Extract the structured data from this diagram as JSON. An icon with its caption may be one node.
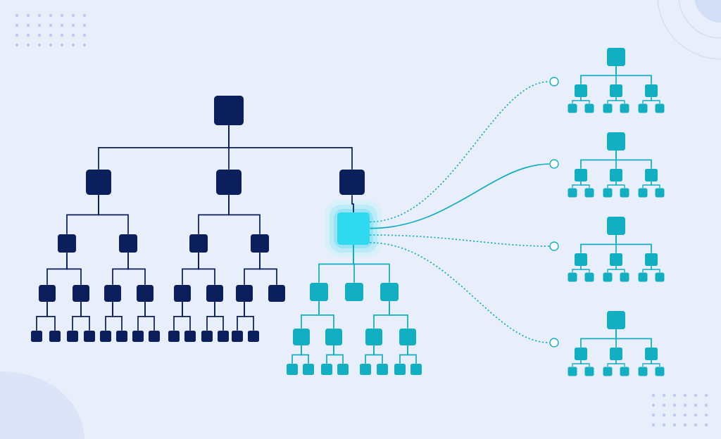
{
  "diagram": {
    "nodes": [
      {
        "text": [],
        "shape": "box"
      },
      {
        "text": [],
        "shape": "box"
      },
      {
        "text": [],
        "shape": "box"
      },
      {
        "text": [],
        "shape": "box"
      },
      {
        "text": [],
        "shape": "box"
      },
      {
        "text": [],
        "shape": "box"
      },
      {
        "text": [],
        "shape": "box"
      },
      {
        "text": [],
        "shape": "box"
      },
      {
        "text": [],
        "shape": "box"
      },
      {
        "text": [],
        "shape": "box"
      },
      {
        "text": [],
        "shape": "box"
      },
      {
        "text": [],
        "shape": "box"
      },
      {
        "text": [],
        "shape": "box"
      },
      {
        "text": [],
        "shape": "box"
      },
      {
        "text": [],
        "shape": "box"
      },
      {
        "text": [],
        "shape": "box"
      },
      {
        "text": [],
        "shape": "box"
      },
      {
        "text": [],
        "shape": "box"
      },
      {
        "text": [],
        "shape": "box"
      },
      {
        "text": [],
        "shape": "box"
      },
      {
        "text": [],
        "shape": "box"
      },
      {
        "text": [],
        "shape": "box"
      },
      {
        "text": [],
        "shape": "box"
      },
      {
        "text": [],
        "shape": "box"
      },
      {
        "text": [],
        "shape": "box"
      },
      {
        "text": [],
        "shape": "box"
      },
      {
        "text": [],
        "shape": "box"
      },
      {
        "text": [],
        "shape": "box"
      },
      {
        "text": [],
        "shape": "box"
      },
      {
        "text": [],
        "shape": "box"
      },
      {
        "text": [],
        "shape": "box"
      },
      {
        "text": [],
        "shape": "box"
      },
      {
        "text": [],
        "shape": "box"
      },
      {
        "text": [],
        "shape": "box"
      },
      {
        "text": [],
        "shape": "box"
      },
      {
        "text": [],
        "shape": "box"
      },
      {
        "text": [],
        "shape": "box"
      },
      {
        "text": [],
        "shape": "box"
      },
      {
        "text": [],
        "shape": "box"
      },
      {
        "text": [],
        "shape": "box"
      },
      {
        "text": [],
        "shape": "box"
      },
      {
        "text": [],
        "shape": "box"
      },
      {
        "text": [],
        "shape": "box"
      },
      {
        "text": [],
        "shape": "box"
      },
      {
        "text": [],
        "shape": "box"
      },
      {
        "text": [],
        "shape": "box"
      },
      {
        "text": [],
        "shape": "box"
      },
      {
        "text": [],
        "shape": "box"
      },
      {
        "text": [],
        "shape": "box"
      },
      {
        "text": [],
        "shape": "box"
      },
      {
        "text": [],
        "shape": "box"
      },
      {
        "text": [],
        "shape": "box"
      },
      {
        "text": [],
        "shape": "box"
      },
      {
        "text": [],
        "shape": "box"
      },
      {
        "text": [],
        "shape": "box"
      },
      {
        "text": [],
        "shape": "box"
      },
      {
        "text": [],
        "shape": "box"
      },
      {
        "text": [],
        "shape": "box"
      },
      {
        "text": [],
        "shape": "box"
      },
      {
        "text": [],
        "shape": "box"
      },
      {
        "text": [],
        "shape": "box"
      },
      {
        "text": [],
        "shape": "box"
      },
      {
        "text": [],
        "shape": "box"
      },
      {
        "text": [],
        "shape": "box"
      },
      {
        "text": [],
        "shape": "box"
      },
      {
        "text": [],
        "shape": "box"
      },
      {
        "text": [],
        "shape": "box"
      },
      {
        "text": [],
        "shape": "box"
      },
      {
        "text": [],
        "shape": "box"
      },
      {
        "text": [],
        "shape": "box"
      },
      {
        "text": [],
        "shape": "box"
      },
      {
        "text": [],
        "shape": "box"
      },
      {
        "text": [],
        "shape": "box"
      },
      {
        "text": [],
        "shape": "box"
      },
      {
        "text": [],
        "shape": "box"
      },
      {
        "text": [],
        "shape": "box"
      },
      {
        "text": [],
        "shape": "box"
      },
      {
        "text": [],
        "shape": "box"
      },
      {
        "text": [],
        "shape": "box"
      },
      {
        "text": [],
        "shape": "box"
      },
      {
        "text": [],
        "shape": "box"
      },
      {
        "text": [],
        "shape": "box"
      },
      {
        "text": [],
        "shape": "box"
      },
      {
        "text": [],
        "shape": "box"
      },
      {
        "text": [],
        "shape": "box"
      },
      {
        "text": [],
        "shape": "box"
      },
      {
        "text": [],
        "shape": "circle"
      },
      {
        "text": [],
        "shape": "circle"
      },
      {
        "text": [],
        "shape": "circle"
      },
      {
        "text": [],
        "shape": "circle"
      }
    ],
    "edges": [
      {
        "from": 0,
        "to": 1,
        "arrow": "none",
        "color": "#0b1f5c"
      },
      {
        "from": 0,
        "to": 2,
        "arrow": "none",
        "color": "#0b1f5c"
      },
      {
        "from": 0,
        "to": 3,
        "arrow": "none",
        "color": "#0b1f5c"
      },
      {
        "from": 1,
        "to": 4,
        "arrow": "none",
        "color": "#0b1f5c"
      },
      {
        "from": 1,
        "to": 5,
        "arrow": "none",
        "color": "#0b1f5c"
      },
      {
        "from": 2,
        "to": 6,
        "arrow": "none",
        "color": "#0b1f5c"
      },
      {
        "from": 2,
        "to": 7,
        "arrow": "none",
        "color": "#0b1f5c"
      },
      {
        "from": 4,
        "to": 8,
        "arrow": "none",
        "color": "#0b1f5c"
      },
      {
        "from": 4,
        "to": 9,
        "arrow": "none",
        "color": "#0b1f5c"
      },
      {
        "from": 5,
        "to": 10,
        "arrow": "none",
        "color": "#0b1f5c"
      },
      {
        "from": 5,
        "to": 11,
        "arrow": "none",
        "color": "#0b1f5c"
      },
      {
        "from": 6,
        "to": 12,
        "arrow": "none",
        "color": "#0b1f5c"
      },
      {
        "from": 6,
        "to": 13,
        "arrow": "none",
        "color": "#0b1f5c"
      },
      {
        "from": 7,
        "to": 14,
        "arrow": "none",
        "color": "#0b1f5c"
      },
      {
        "from": 7,
        "to": 15,
        "arrow": "none",
        "color": "#0b1f5c"
      },
      {
        "from": 8,
        "to": 16,
        "arrow": "none",
        "color": "#0b1f5c"
      },
      {
        "from": 8,
        "to": 17,
        "arrow": "none",
        "color": "#0b1f5c"
      },
      {
        "from": 9,
        "to": 18,
        "arrow": "none",
        "color": "#0b1f5c"
      },
      {
        "from": 9,
        "to": 19,
        "arrow": "none",
        "color": "#0b1f5c"
      },
      {
        "from": 10,
        "to": 20,
        "arrow": "none",
        "color": "#0b1f5c"
      },
      {
        "from": 10,
        "to": 21,
        "arrow": "none",
        "color": "#0b1f5c"
      },
      {
        "from": 11,
        "to": 22,
        "arrow": "none",
        "color": "#0b1f5c"
      },
      {
        "from": 11,
        "to": 23,
        "arrow": "none",
        "color": "#0b1f5c"
      },
      {
        "from": 12,
        "to": 24,
        "arrow": "none",
        "color": "#0b1f5c"
      },
      {
        "from": 12,
        "to": 25,
        "arrow": "none",
        "color": "#0b1f5c"
      },
      {
        "from": 13,
        "to": 26,
        "arrow": "none",
        "color": "#0b1f5c"
      },
      {
        "from": 13,
        "to": 27,
        "arrow": "none",
        "color": "#0b1f5c"
      },
      {
        "from": 14,
        "to": 28,
        "arrow": "none",
        "color": "#0b1f5c"
      },
      {
        "from": 14,
        "to": 29,
        "arrow": "none",
        "color": "#0b1f5c"
      },
      {
        "from": 3,
        "to": 30,
        "arrow": "none",
        "color": "#0b1f5c"
      },
      {
        "from": 30,
        "to": 31,
        "arrow": "none"
      },
      {
        "from": 30,
        "to": 32,
        "arrow": "none"
      },
      {
        "from": 30,
        "to": 33,
        "arrow": "none"
      },
      {
        "from": 31,
        "to": 34,
        "arrow": "none"
      },
      {
        "from": 31,
        "to": 35,
        "arrow": "none"
      },
      {
        "from": 33,
        "to": 36,
        "arrow": "none"
      },
      {
        "from": 33,
        "to": 37,
        "arrow": "none"
      },
      {
        "from": 34,
        "to": 38,
        "arrow": "none"
      },
      {
        "from": 34,
        "to": 39,
        "arrow": "none"
      },
      {
        "from": 35,
        "to": 40,
        "arrow": "none"
      },
      {
        "from": 35,
        "to": 41,
        "arrow": "none"
      },
      {
        "from": 36,
        "to": 42,
        "arrow": "none"
      },
      {
        "from": 36,
        "to": 43,
        "arrow": "none"
      },
      {
        "from": 37,
        "to": 44,
        "arrow": "none"
      },
      {
        "from": 37,
        "to": 45,
        "arrow": "none"
      },
      {
        "from": 46,
        "to": 47,
        "arrow": "none"
      },
      {
        "from": 46,
        "to": 48,
        "arrow": "none"
      },
      {
        "from": 46,
        "to": 49,
        "arrow": "none"
      },
      {
        "from": 47,
        "to": 50,
        "arrow": "none"
      },
      {
        "from": 47,
        "to": 51,
        "arrow": "none"
      },
      {
        "from": 48,
        "to": 52,
        "arrow": "none"
      },
      {
        "from": 48,
        "to": 53,
        "arrow": "none"
      },
      {
        "from": 49,
        "to": 54,
        "arrow": "none"
      },
      {
        "from": 49,
        "to": 55,
        "arrow": "none"
      },
      {
        "from": 56,
        "to": 57,
        "arrow": "none"
      },
      {
        "from": 56,
        "to": 58,
        "arrow": "none"
      },
      {
        "from": 56,
        "to": 59,
        "arrow": "none"
      },
      {
        "from": 57,
        "to": 60,
        "arrow": "none"
      },
      {
        "from": 57,
        "to": 61,
        "arrow": "none"
      },
      {
        "from": 58,
        "to": 62,
        "arrow": "none"
      },
      {
        "from": 58,
        "to": 63,
        "arrow": "none"
      },
      {
        "from": 59,
        "to": 64,
        "arrow": "none"
      },
      {
        "from": 59,
        "to": 65,
        "arrow": "none"
      },
      {
        "from": 66,
        "to": 67,
        "arrow": "none"
      },
      {
        "from": 66,
        "to": 68,
        "arrow": "none"
      },
      {
        "from": 66,
        "to": 69,
        "arrow": "none"
      },
      {
        "from": 67,
        "to": 70,
        "arrow": "none"
      },
      {
        "from": 67,
        "to": 71,
        "arrow": "none"
      },
      {
        "from": 68,
        "to": 72,
        "arrow": "none"
      },
      {
        "from": 68,
        "to": 73,
        "arrow": "none"
      },
      {
        "from": 69,
        "to": 74,
        "arrow": "none"
      },
      {
        "from": 69,
        "to": 75,
        "arrow": "none"
      },
      {
        "from": 76,
        "to": 77,
        "arrow": "none"
      },
      {
        "from": 76,
        "to": 78,
        "arrow": "none"
      },
      {
        "from": 76,
        "to": 79,
        "arrow": "none"
      },
      {
        "from": 77,
        "to": 80,
        "arrow": "none"
      },
      {
        "from": 77,
        "to": 81,
        "arrow": "none"
      },
      {
        "from": 78,
        "to": 82,
        "arrow": "none"
      },
      {
        "from": 78,
        "to": 83,
        "arrow": "none"
      },
      {
        "from": 79,
        "to": 84,
        "arrow": "none"
      },
      {
        "from": 79,
        "to": 85,
        "arrow": "none"
      },
      {
        "from": 30,
        "to": 86,
        "arrow": "none",
        "style": "dashed"
      },
      {
        "from": 30,
        "to": 87,
        "arrow": "none"
      },
      {
        "from": 30,
        "to": 88,
        "arrow": "none",
        "style": "dashed"
      },
      {
        "from": 30,
        "to": 89,
        "arrow": "none",
        "style": "dashed"
      }
    ]
  }
}
